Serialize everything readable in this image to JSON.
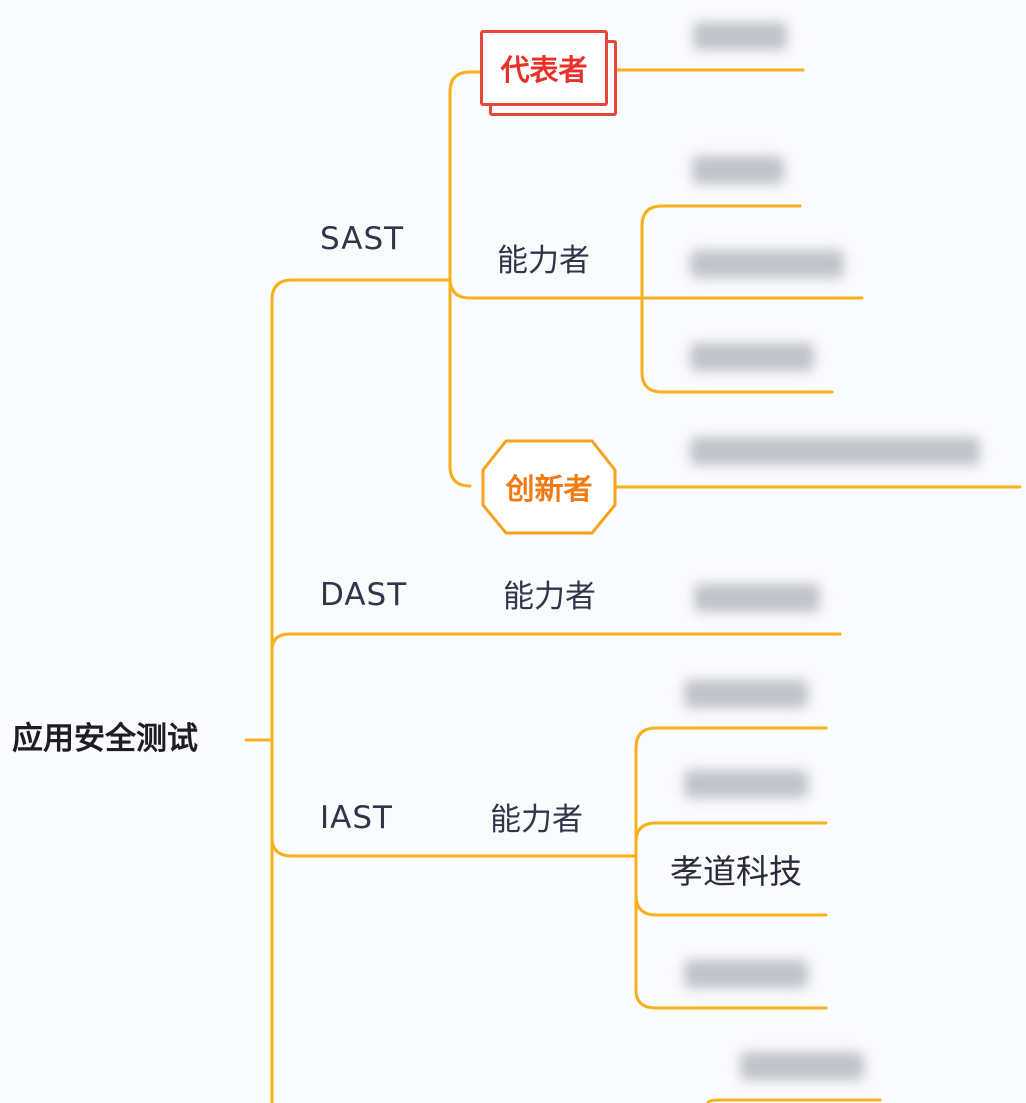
{
  "root": {
    "label": "应用安全测试"
  },
  "categories": [
    {
      "label": "SAST"
    },
    {
      "label": "DAST"
    },
    {
      "label": "IAST"
    }
  ],
  "roles": {
    "representative": "代表者",
    "capable": "能力者",
    "innovator": "创新者"
  },
  "highlighted_leaf": "孝道科技",
  "colors": {
    "connector": "#f7b21b",
    "representative": "#e8453b",
    "innovator": "#f7a21b",
    "text": "#33334a"
  }
}
